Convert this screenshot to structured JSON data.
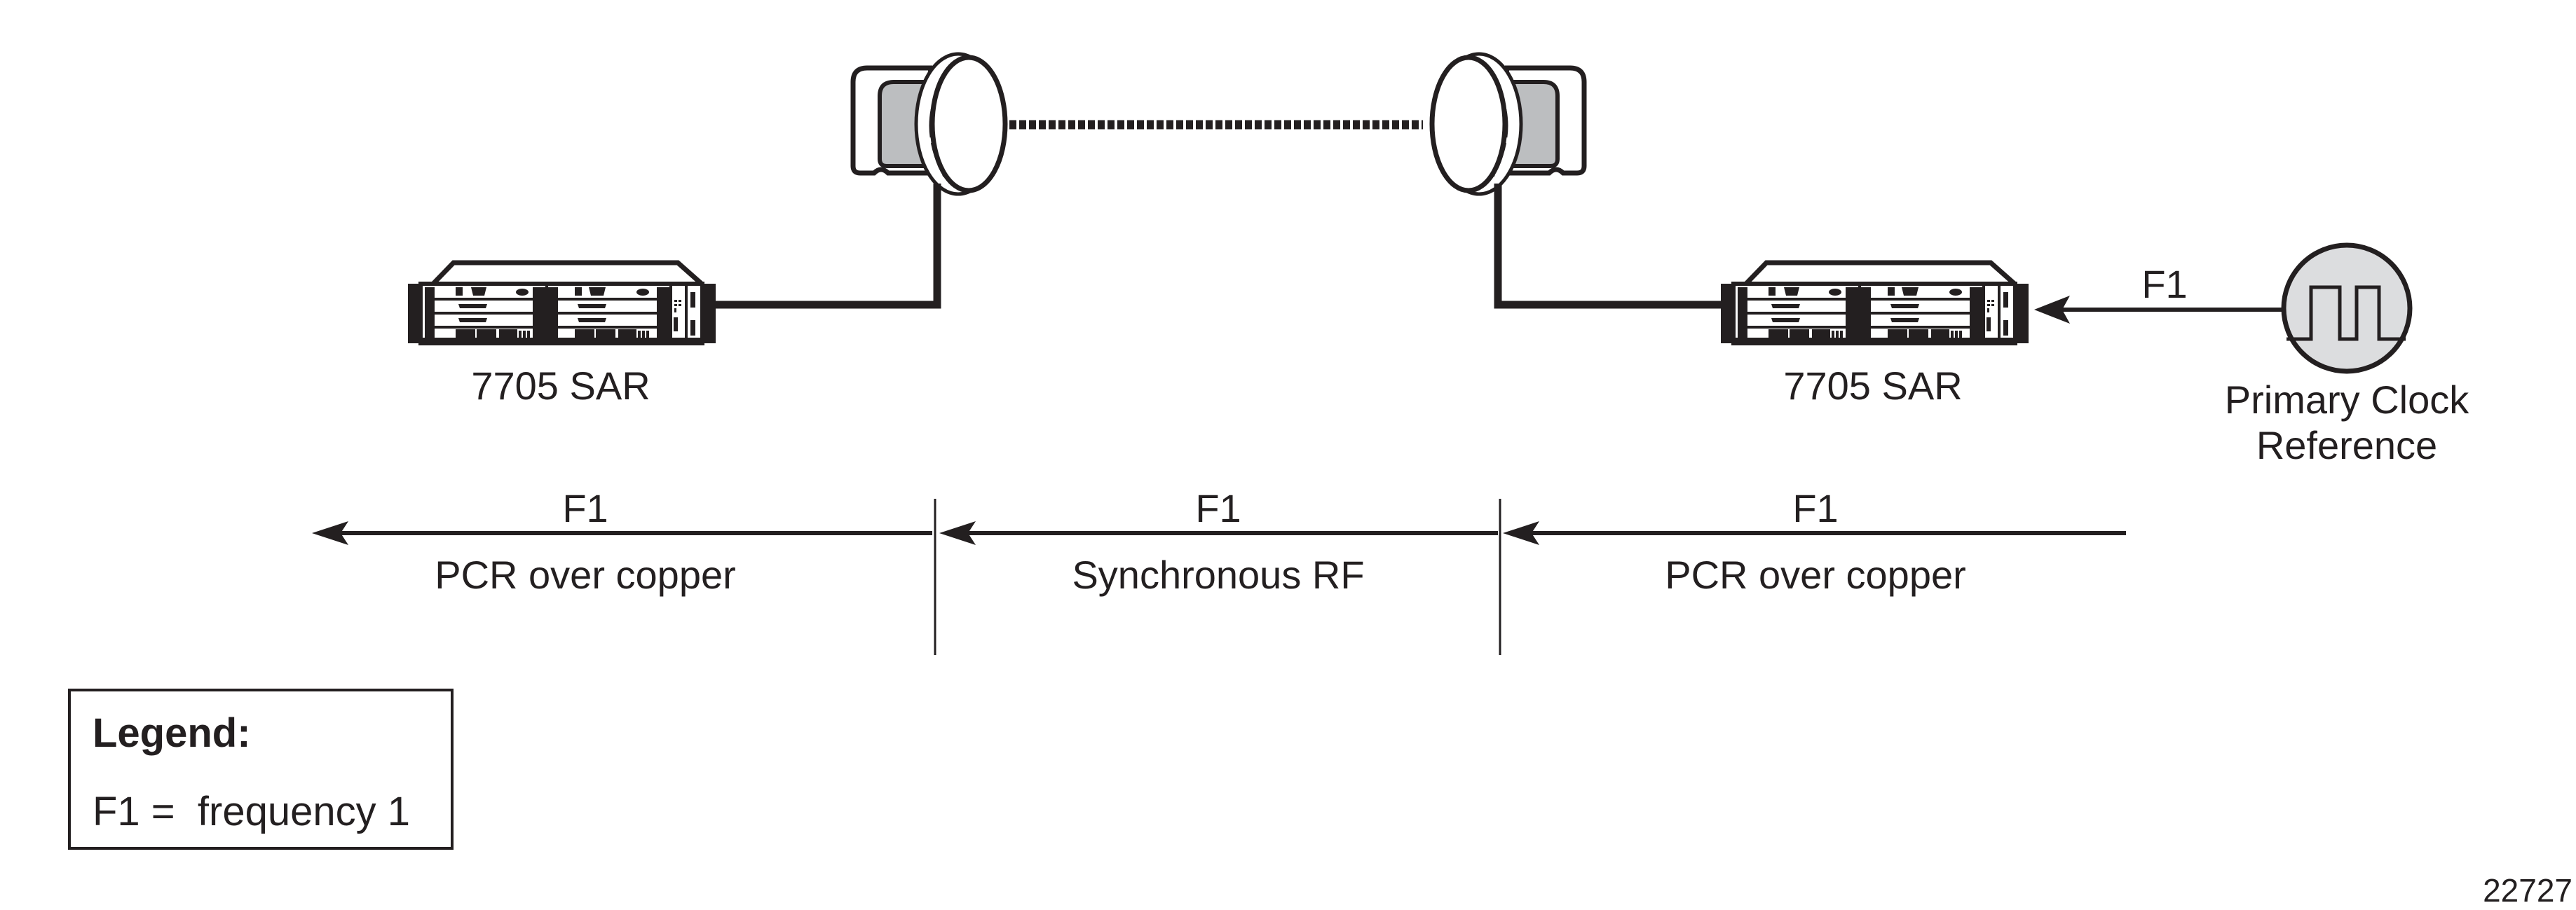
{
  "diagram": {
    "type": "network-synchronization-topology",
    "nodes": {
      "left_router": {
        "label": "7705 SAR",
        "icon": "router-chassis-icon"
      },
      "right_router": {
        "label": "7705 SAR",
        "icon": "router-chassis-icon"
      },
      "left_antenna": {
        "icon": "microwave-dish-icon"
      },
      "right_antenna": {
        "icon": "microwave-dish-icon"
      },
      "clock": {
        "label_line1": "Primary Clock",
        "label_line2": "Reference",
        "icon": "square-wave-clock-icon"
      }
    },
    "clock_link": {
      "label": "F1"
    },
    "segments": [
      {
        "freq": "F1",
        "medium": "PCR over copper"
      },
      {
        "freq": "F1",
        "medium": "Synchronous RF"
      },
      {
        "freq": "F1",
        "medium": "PCR over copper"
      }
    ],
    "colors": {
      "ink": "#231f20",
      "dish_body_gray": "#bcbec0",
      "clock_fill": "#dcdddf"
    }
  },
  "legend": {
    "title": "Legend:",
    "entries": [
      "F1 =  frequency 1"
    ]
  },
  "figure_id": "22727"
}
